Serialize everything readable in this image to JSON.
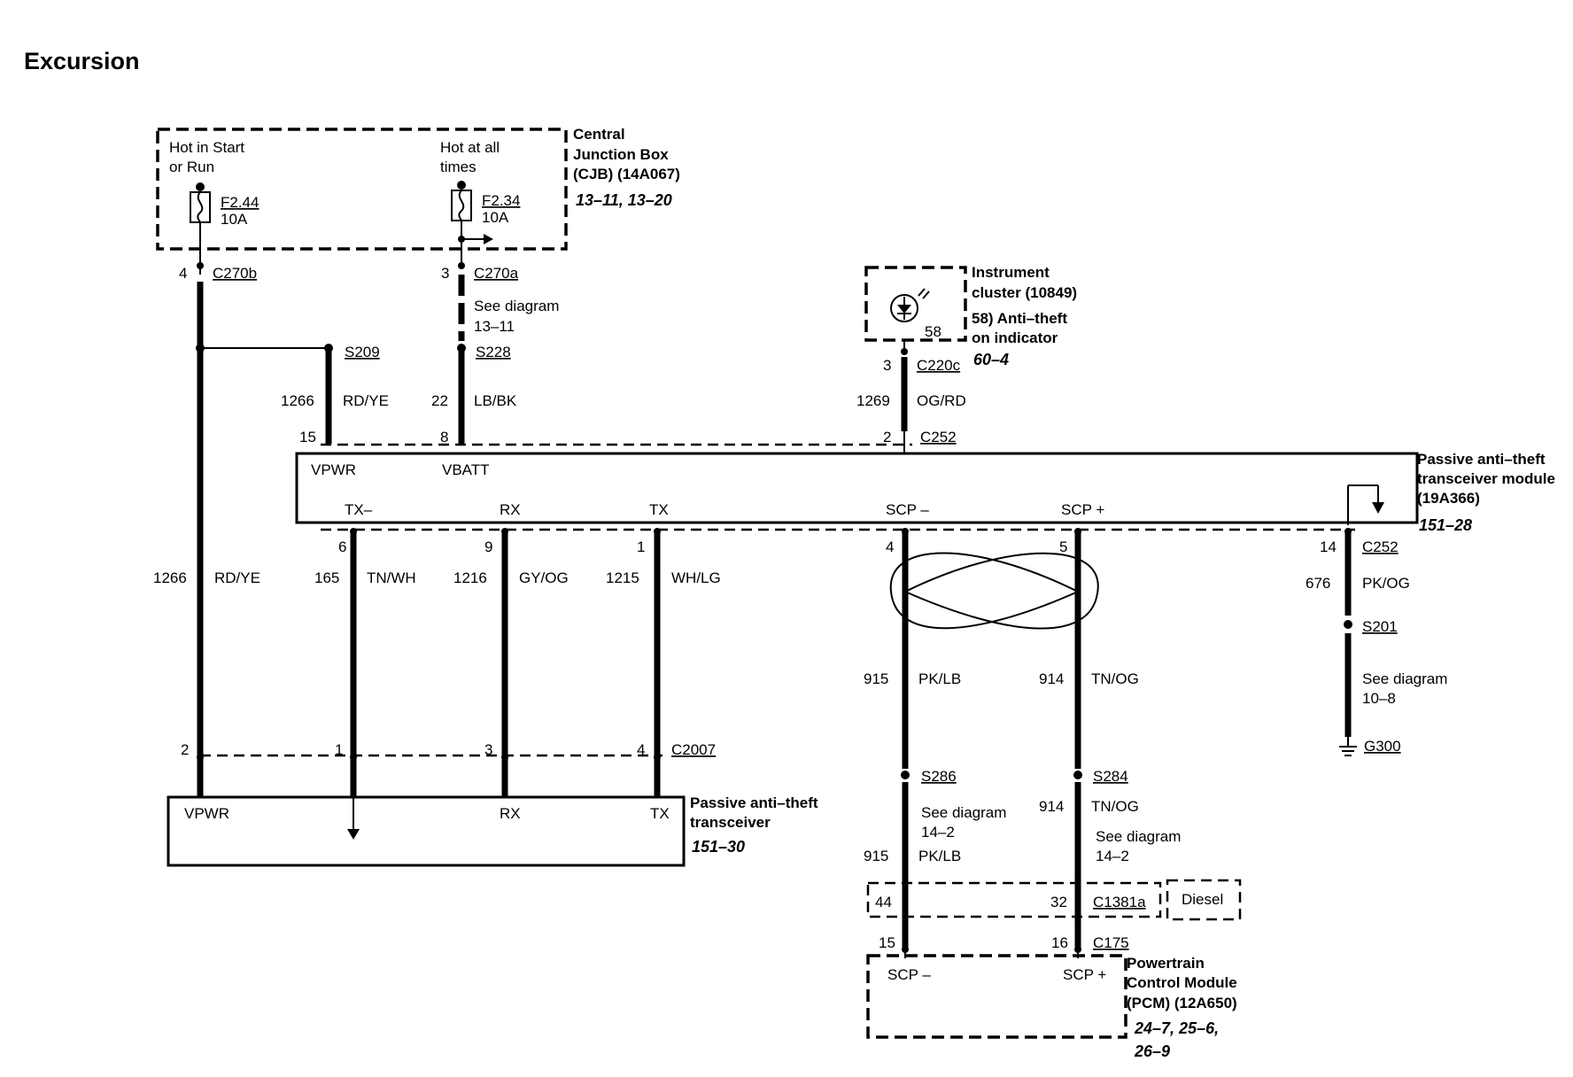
{
  "title": "Excursion",
  "cjb": {
    "name_1": "Central",
    "name_2": "Junction Box",
    "name_3": "(CJB) (14A067)",
    "ref": "13–11, 13–20",
    "left_label_1": "Hot in Start",
    "left_label_2": "or Run",
    "right_label_1": "Hot at all",
    "right_label_2": "times",
    "fuse1_id": "F2.44",
    "fuse1_rating": "10A",
    "fuse2_id": "F2.34",
    "fuse2_rating": "10A"
  },
  "connectors": {
    "c270b_pin": "4",
    "c270b": "C270b",
    "c270a_pin": "3",
    "c270a": "C270a",
    "see_diag_13_1": "See diagram",
    "see_diag_13_2": "13–11",
    "s209": "S209",
    "s228": "S228",
    "w1266_num": "1266",
    "w1266_color": "RD/YE",
    "w22_num": "22",
    "w22_color": "LB/BK",
    "pin15": "15",
    "pin8": "8",
    "c220c_pin": "3",
    "c220c": "C220c",
    "w1269_num": "1269",
    "w1269_color": "OG/RD",
    "c252_top_pin": "2",
    "c252_top": "C252"
  },
  "instrument": {
    "name_1": "Instrument",
    "name_2": "cluster (10849)",
    "indicator_1": "58) Anti–theft",
    "indicator_2": "on indicator",
    "ref": "60–4",
    "pin": "58"
  },
  "pats_module": {
    "name_1": "Passive anti–theft",
    "name_2": "transceiver module",
    "name_3": "(19A366)",
    "ref": "151–28",
    "vpwr": "VPWR",
    "vbatt": "VBATT",
    "txm": "TX–",
    "rx": "RX",
    "tx": "TX",
    "scpm": "SCP –",
    "scpp": "SCP +"
  },
  "lower_wires": {
    "p6": "6",
    "p9": "9",
    "p1": "1",
    "p4": "4",
    "p5": "5",
    "p14": "14",
    "c252": "C252",
    "w1266_num": "1266",
    "w1266_color": "RD/YE",
    "w165_num": "165",
    "w165_color": "TN/WH",
    "w1216_num": "1216",
    "w1216_color": "GY/OG",
    "w1215_num": "1215",
    "w1215_color": "WH/LG",
    "w676_num": "676",
    "w676_color": "PK/OG",
    "s201": "S201",
    "see_10_1": "See diagram",
    "see_10_2": "10–8",
    "g300": "G300",
    "w915_num": "915",
    "w915_color": "PK/LB",
    "w914_num": "914",
    "w914_color": "TN/OG",
    "c2007_p2": "2",
    "c2007_p1": "1",
    "c2007_p3": "3",
    "c2007_p4": "4",
    "c2007": "C2007",
    "s286": "S286",
    "s284": "S284",
    "w914b_num": "914",
    "w914b_color": "TN/OG",
    "see_14a_1": "See diagram",
    "see_14a_2": "14–2",
    "see_14b_1": "See diagram",
    "see_14b_2": "14–2",
    "w915b_num": "915",
    "w915b_color": "PK/LB",
    "c1381a_p44": "44",
    "c1381a_p32": "32",
    "c1381a": "C1381a",
    "diesel": "Diesel",
    "c175_p15": "15",
    "c175_p16": "16",
    "c175": "C175"
  },
  "transceiver": {
    "name_1": "Passive anti–theft",
    "name_2": "transceiver",
    "ref": "151–30",
    "vpwr": "VPWR",
    "rx": "RX",
    "tx": "TX"
  },
  "pcm": {
    "name_1": "Powertrain",
    "name_2": "Control Module",
    "name_3": "(PCM) (12A650)",
    "ref_1": "24–7, 25–6,",
    "ref_2": "26–9",
    "scpm": "SCP –",
    "scpp": "SCP +"
  }
}
